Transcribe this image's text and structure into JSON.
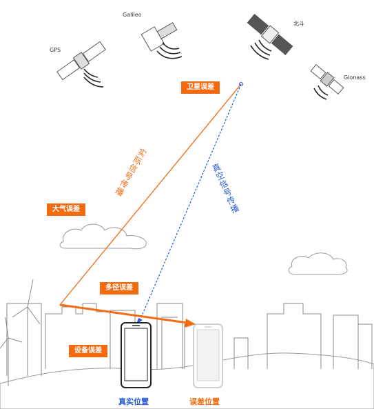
{
  "satellites": {
    "gps": "GPS",
    "galileo": "Galileo",
    "beidou": "北斗",
    "glonass": "Glonass"
  },
  "errors": {
    "satellite": "卫星误差",
    "atmosphere": "大气误差",
    "multipath": "多径误差",
    "device": "设备误差"
  },
  "paths": {
    "actual": "实际信号传播",
    "vacuum": "真空信号传播"
  },
  "positions": {
    "true": "真实位置",
    "error": "误差位置"
  },
  "colors": {
    "accent": "#f26b11",
    "vacuum": "#2a5bd7",
    "line": "#555555"
  }
}
